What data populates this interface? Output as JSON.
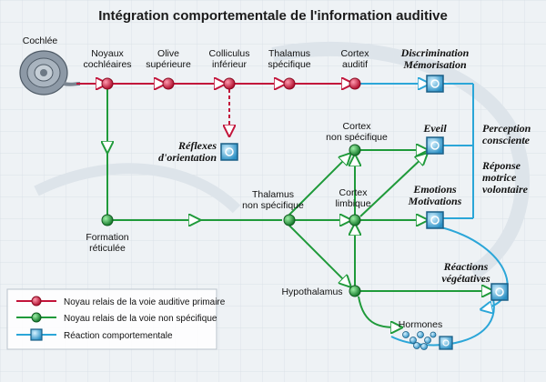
{
  "title": "Intégration comportementale de l'information auditive",
  "colors": {
    "auditory": "#c2143a",
    "nonspecific": "#1f9a3a",
    "behavior": "#2ba6d8"
  },
  "labels": {
    "cochlee": "Cochlée",
    "noyaux_cochleaires": [
      "Noyaux",
      "cochléaires"
    ],
    "olive": [
      "Olive",
      "supérieure"
    ],
    "colliculus": [
      "Colliculus",
      "inférieur"
    ],
    "thalamus_specifique": [
      "Thalamus",
      "spécifique"
    ],
    "cortex_auditif": [
      "Cortex",
      "auditif"
    ],
    "formation_reticulee": [
      "Formation",
      "réticulée"
    ],
    "thalamus_non_specifique": [
      "Thalamus",
      "non spécifique"
    ],
    "cortex_non_specifique": [
      "Cortex",
      "non spécifique"
    ],
    "cortex_limbique": [
      "Cortex",
      "limbique"
    ],
    "hypothalamus": "Hypothalamus",
    "hormones": "Hormones"
  },
  "behaviors": {
    "discrimination": [
      "Discrimination",
      "Mémorisation"
    ],
    "reflexes": [
      "Réflexes",
      "d'orientation"
    ],
    "eveil": "Eveil",
    "emotions": [
      "Emotions",
      "Motivations"
    ],
    "reactions": [
      "Réactions",
      "végétatives"
    ]
  },
  "outcomes": {
    "perception": [
      "Perception",
      "consciente"
    ],
    "reponse": [
      "Réponse",
      "motrice",
      "volontaire"
    ]
  },
  "legend": {
    "auditory": "Noyau relais de la voie auditive primaire",
    "nonspecific": "Noyau relais de la voie non spécifique",
    "behavior": "Réaction comportementale"
  }
}
